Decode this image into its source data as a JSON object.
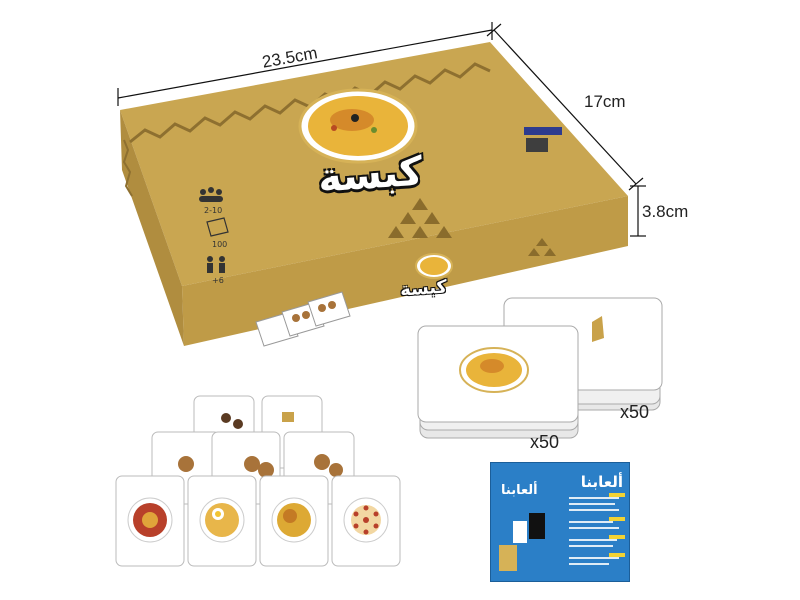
{
  "dimensions": {
    "length": "23.5cm",
    "width": "17cm",
    "height": "3.8cm"
  },
  "box": {
    "title": "كبسة",
    "small_title": "كبسة",
    "players": "2-10",
    "cards": "100",
    "age": "+6"
  },
  "stacks": {
    "left_count": "x50",
    "right_count": "x50"
  },
  "leaflet": {
    "title_right": "ألعابنا",
    "title_left": "ألعابنا"
  },
  "colors": {
    "box": "#c9a651",
    "box_dark": "#a8893c",
    "leaflet": "#2b7fc7"
  }
}
